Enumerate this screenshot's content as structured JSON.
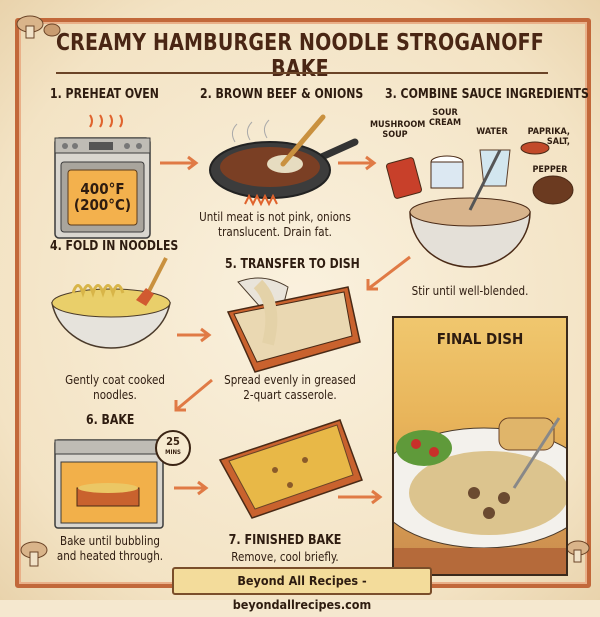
{
  "title": "CREAMY HAMBURGER NOODLE STROGANOFF BAKE",
  "steps": [
    {
      "label": "1. PREHEAT OVEN",
      "oven_display": {
        "line1": "400°F",
        "line2": "(200°C)"
      }
    },
    {
      "label": "2. BROWN BEEF & ONIONS",
      "caption_line1": "Until meat is not pink, onions",
      "caption_line2": "translucent. Drain fat."
    },
    {
      "label": "3. COMBINE SAUCE INGREDIENTS",
      "caption": "Stir until well-blended.",
      "ingredients": [
        {
          "label_line1": "MUSHROOM",
          "label_line2": "SOUP"
        },
        {
          "label_line1": "SOUR",
          "label_line2": "CREAM"
        },
        {
          "label_line1": "WATER",
          "label_line2": ""
        },
        {
          "label_line1": "PAPRIKA,",
          "label_line2": "SALT,",
          "label_line3": "PEPPER"
        }
      ]
    },
    {
      "label": "4. FOLD IN NOODLES",
      "caption_line1": "Gently coat cooked",
      "caption_line2": "noodles."
    },
    {
      "label": "5. TRANSFER TO DISH",
      "caption_line1": "Spread evenly in greased",
      "caption_line2": "2-quart casserole."
    },
    {
      "label": "6. BAKE",
      "timer_value": "25",
      "timer_unit": "MINS",
      "caption_line1": "Bake until bubbling",
      "caption_line2": "and heated through."
    },
    {
      "label": "7. FINISHED BAKE",
      "caption": "Remove, cool briefly."
    }
  ],
  "final_dish": {
    "label": "FINAL DISH"
  },
  "footer": "Beyond All Recipes - beyondallrecipes.com",
  "colors": {
    "frame": "#c2683a",
    "arrow": "#e07a45",
    "text": "#2e1c10",
    "paper": "#f5e8cf"
  }
}
